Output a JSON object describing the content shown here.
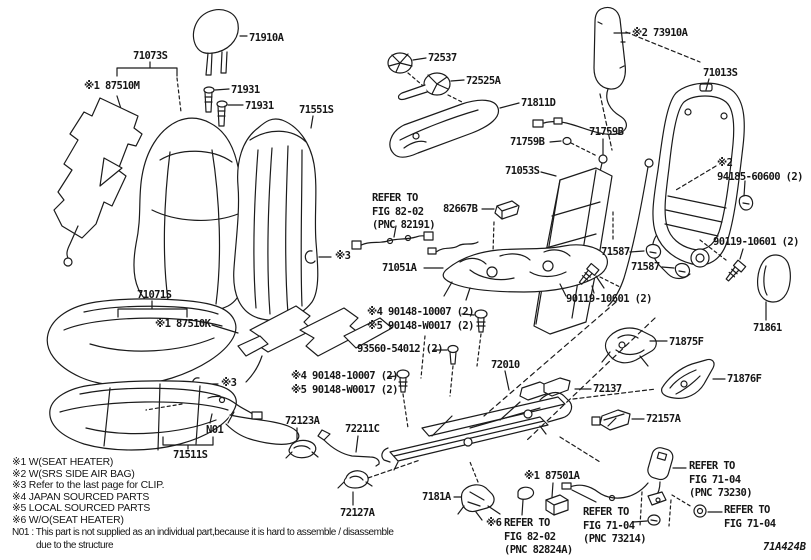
{
  "page": {
    "background": "#ffffff",
    "ink": "#1a1a1a"
  },
  "figure_code": "71A424B",
  "labels": {
    "l71910A": "71910A",
    "l71073S": "71073S",
    "l87510M": "※1 87510M",
    "l71931a": "71931",
    "l71931b": "71931",
    "l71551S": "71551S",
    "l72537": "72537",
    "l72525A": "72525A",
    "l71811D": "71811D",
    "l73910A": "※2 73910A",
    "l71013S": "71013S",
    "l71759Ba": "71759B",
    "l71759Bb": "71759B",
    "l71053S": "71053S",
    "l94185": "※2\n94185-60600 (2)",
    "ref82191": "REFER TO\nFIG 82-02\n(PNC 82191)",
    "l82667B": "82667B",
    "l71051A": "71051A",
    "l71587a": "71587",
    "l71587b": "71587",
    "l90119a": "90119-10601 (2)",
    "l90119b": "90119-10601 (2)",
    "l71861": "71861",
    "l71875F": "71875F",
    "bolt_pair_a": "※4 90148-10007 (2)\n※5 90148-W0017 (2)",
    "l93560": "93560-54012 (2)",
    "bolt_pair_b": "※4 90148-10007 (2)\n※5 90148-W0017 (2)",
    "l71071S": "71071S",
    "l87510K": "※1 87510K",
    "clip_a": "※3",
    "clip_b": "※3",
    "l72010": "72010",
    "l72137": "72137",
    "l71876F": "71876F",
    "l72157A": "72157A",
    "l72123A": "72123A",
    "l72211C": "72211C",
    "l72127A": "72127A",
    "l7181A": "7181A",
    "l87501A": "※1 87501A",
    "ref82824A_mark": "※6",
    "ref82824A": "REFER TO\nFIG 82-02\n(PNC 82824A)",
    "ref73230": "REFER TO\nFIG 71-04\n(PNC 73230)",
    "ref73214": "REFER TO\nFIG 71-04\n(PNC 73214)",
    "ref7104": "REFER TO\nFIG 71-04",
    "lN01": "N01",
    "l71511S": "71511S"
  },
  "legend": {
    "n1": "※1 W(SEAT HEATER)",
    "n2": "※2 W(SRS SIDE AIR BAG)",
    "n3": "※3 Refer to the last page for CLIP.",
    "n4": "※4 JAPAN SOURCED PARTS",
    "n5": "※5 LOCAL SOURCED PARTS",
    "n6": "※6 W/O(SEAT HEATER)",
    "note_line1": "N01 : This part is not supplied as an individual part,because it is hard to assemble / disassemble",
    "note_line2": "due to the structure"
  }
}
